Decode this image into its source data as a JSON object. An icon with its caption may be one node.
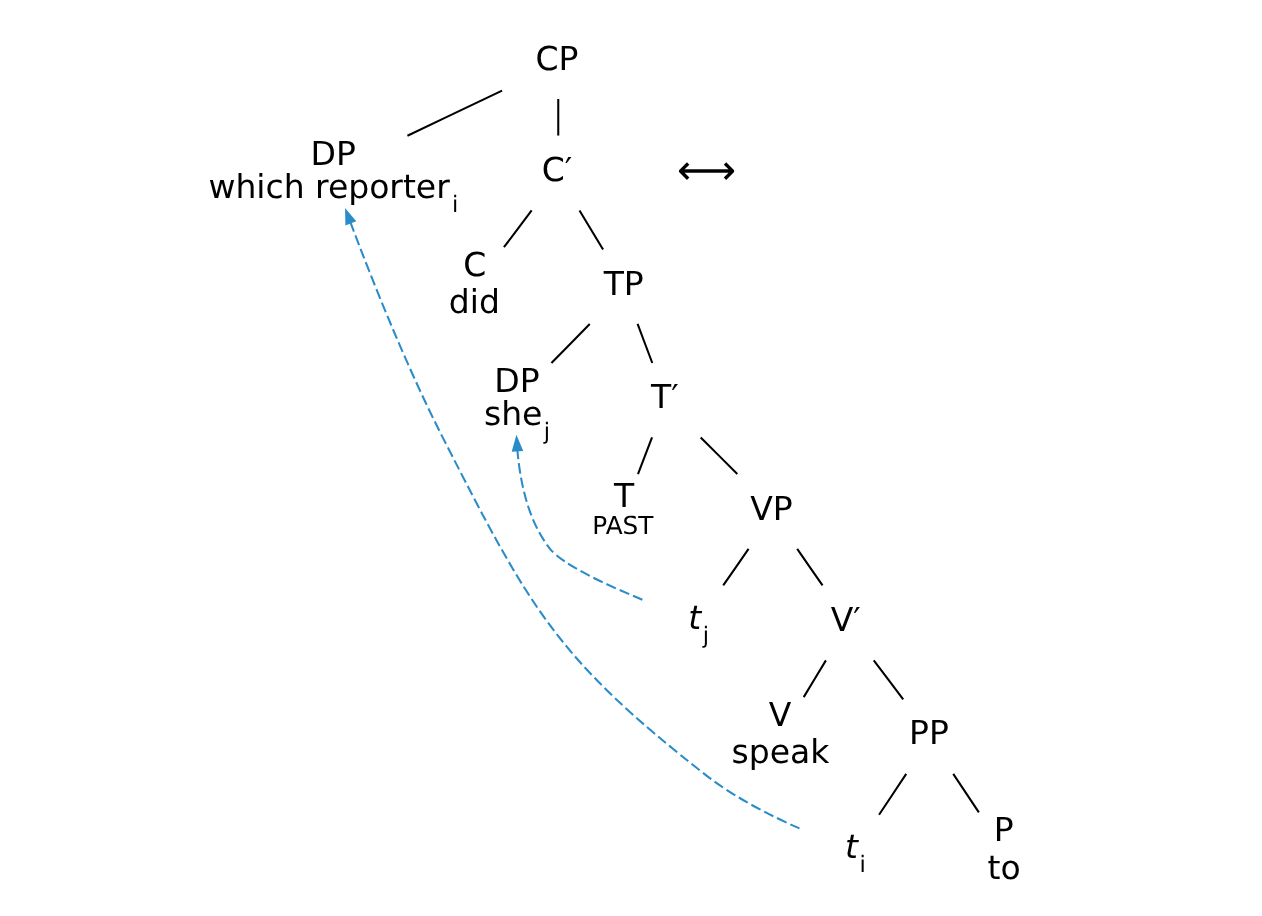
{
  "diagram": {
    "nodes": [
      {
        "text": [
          "CP"
        ]
      },
      {
        "text": [
          "DP",
          "which reporter$_{i}$"
        ]
      },
      {
        "text": [
          "C′"
        ]
      },
      {
        "text": [
          "C",
          "did"
        ]
      },
      {
        "text": [
          "TP"
        ]
      },
      {
        "text": [
          "DP",
          "she$_{j}$"
        ]
      },
      {
        "text": [
          "T′"
        ]
      },
      {
        "text": [
          "T",
          "PAST"
        ]
      },
      {
        "text": [
          "VP"
        ]
      },
      {
        "text": [
          "*t*$_{j}$"
        ]
      },
      {
        "text": [
          "V′"
        ]
      },
      {
        "text": [
          "V",
          "speak"
        ]
      },
      {
        "text": [
          "PP"
        ]
      },
      {
        "text": [
          "P",
          "to"
        ]
      },
      {
        "text": [
          "*t*$_{i}$"
        ]
      }
    ],
    "edges": [
      {
        "from": 0,
        "to": 1,
        "arrow": "none"
      },
      {
        "from": 0,
        "to": 2,
        "arrow": "none"
      },
      {
        "from": 2,
        "to": 3,
        "arrow": "none"
      },
      {
        "from": 2,
        "to": 4,
        "arrow": "none"
      },
      {
        "from": 4,
        "to": 5,
        "arrow": "none"
      },
      {
        "from": 4,
        "to": 6,
        "arrow": "none"
      },
      {
        "from": 6,
        "to": 7,
        "arrow": "none"
      },
      {
        "from": 6,
        "to": 8,
        "arrow": "none"
      },
      {
        "from": 8,
        "to": 9,
        "arrow": "none"
      },
      {
        "from": 8,
        "to": 10,
        "arrow": "none"
      },
      {
        "from": 10,
        "to": 11,
        "arrow": "none"
      },
      {
        "from": 10,
        "to": 12,
        "arrow": "none"
      },
      {
        "from": 12,
        "to": 13,
        "arrow": "none"
      },
      {
        "from": 12,
        "to": 14,
        "arrow": "none"
      },
      {
        "from": 9,
        "to": 5,
        "arrow": "to",
        "style": "dashed",
        "color": "#2a8cc8"
      },
      {
        "from": 14,
        "to": 1,
        "arrow": "to",
        "style": "dashed",
        "color": "#2a8cc8"
      }
    ],
    "labels": [
      "⟷"
    ]
  }
}
